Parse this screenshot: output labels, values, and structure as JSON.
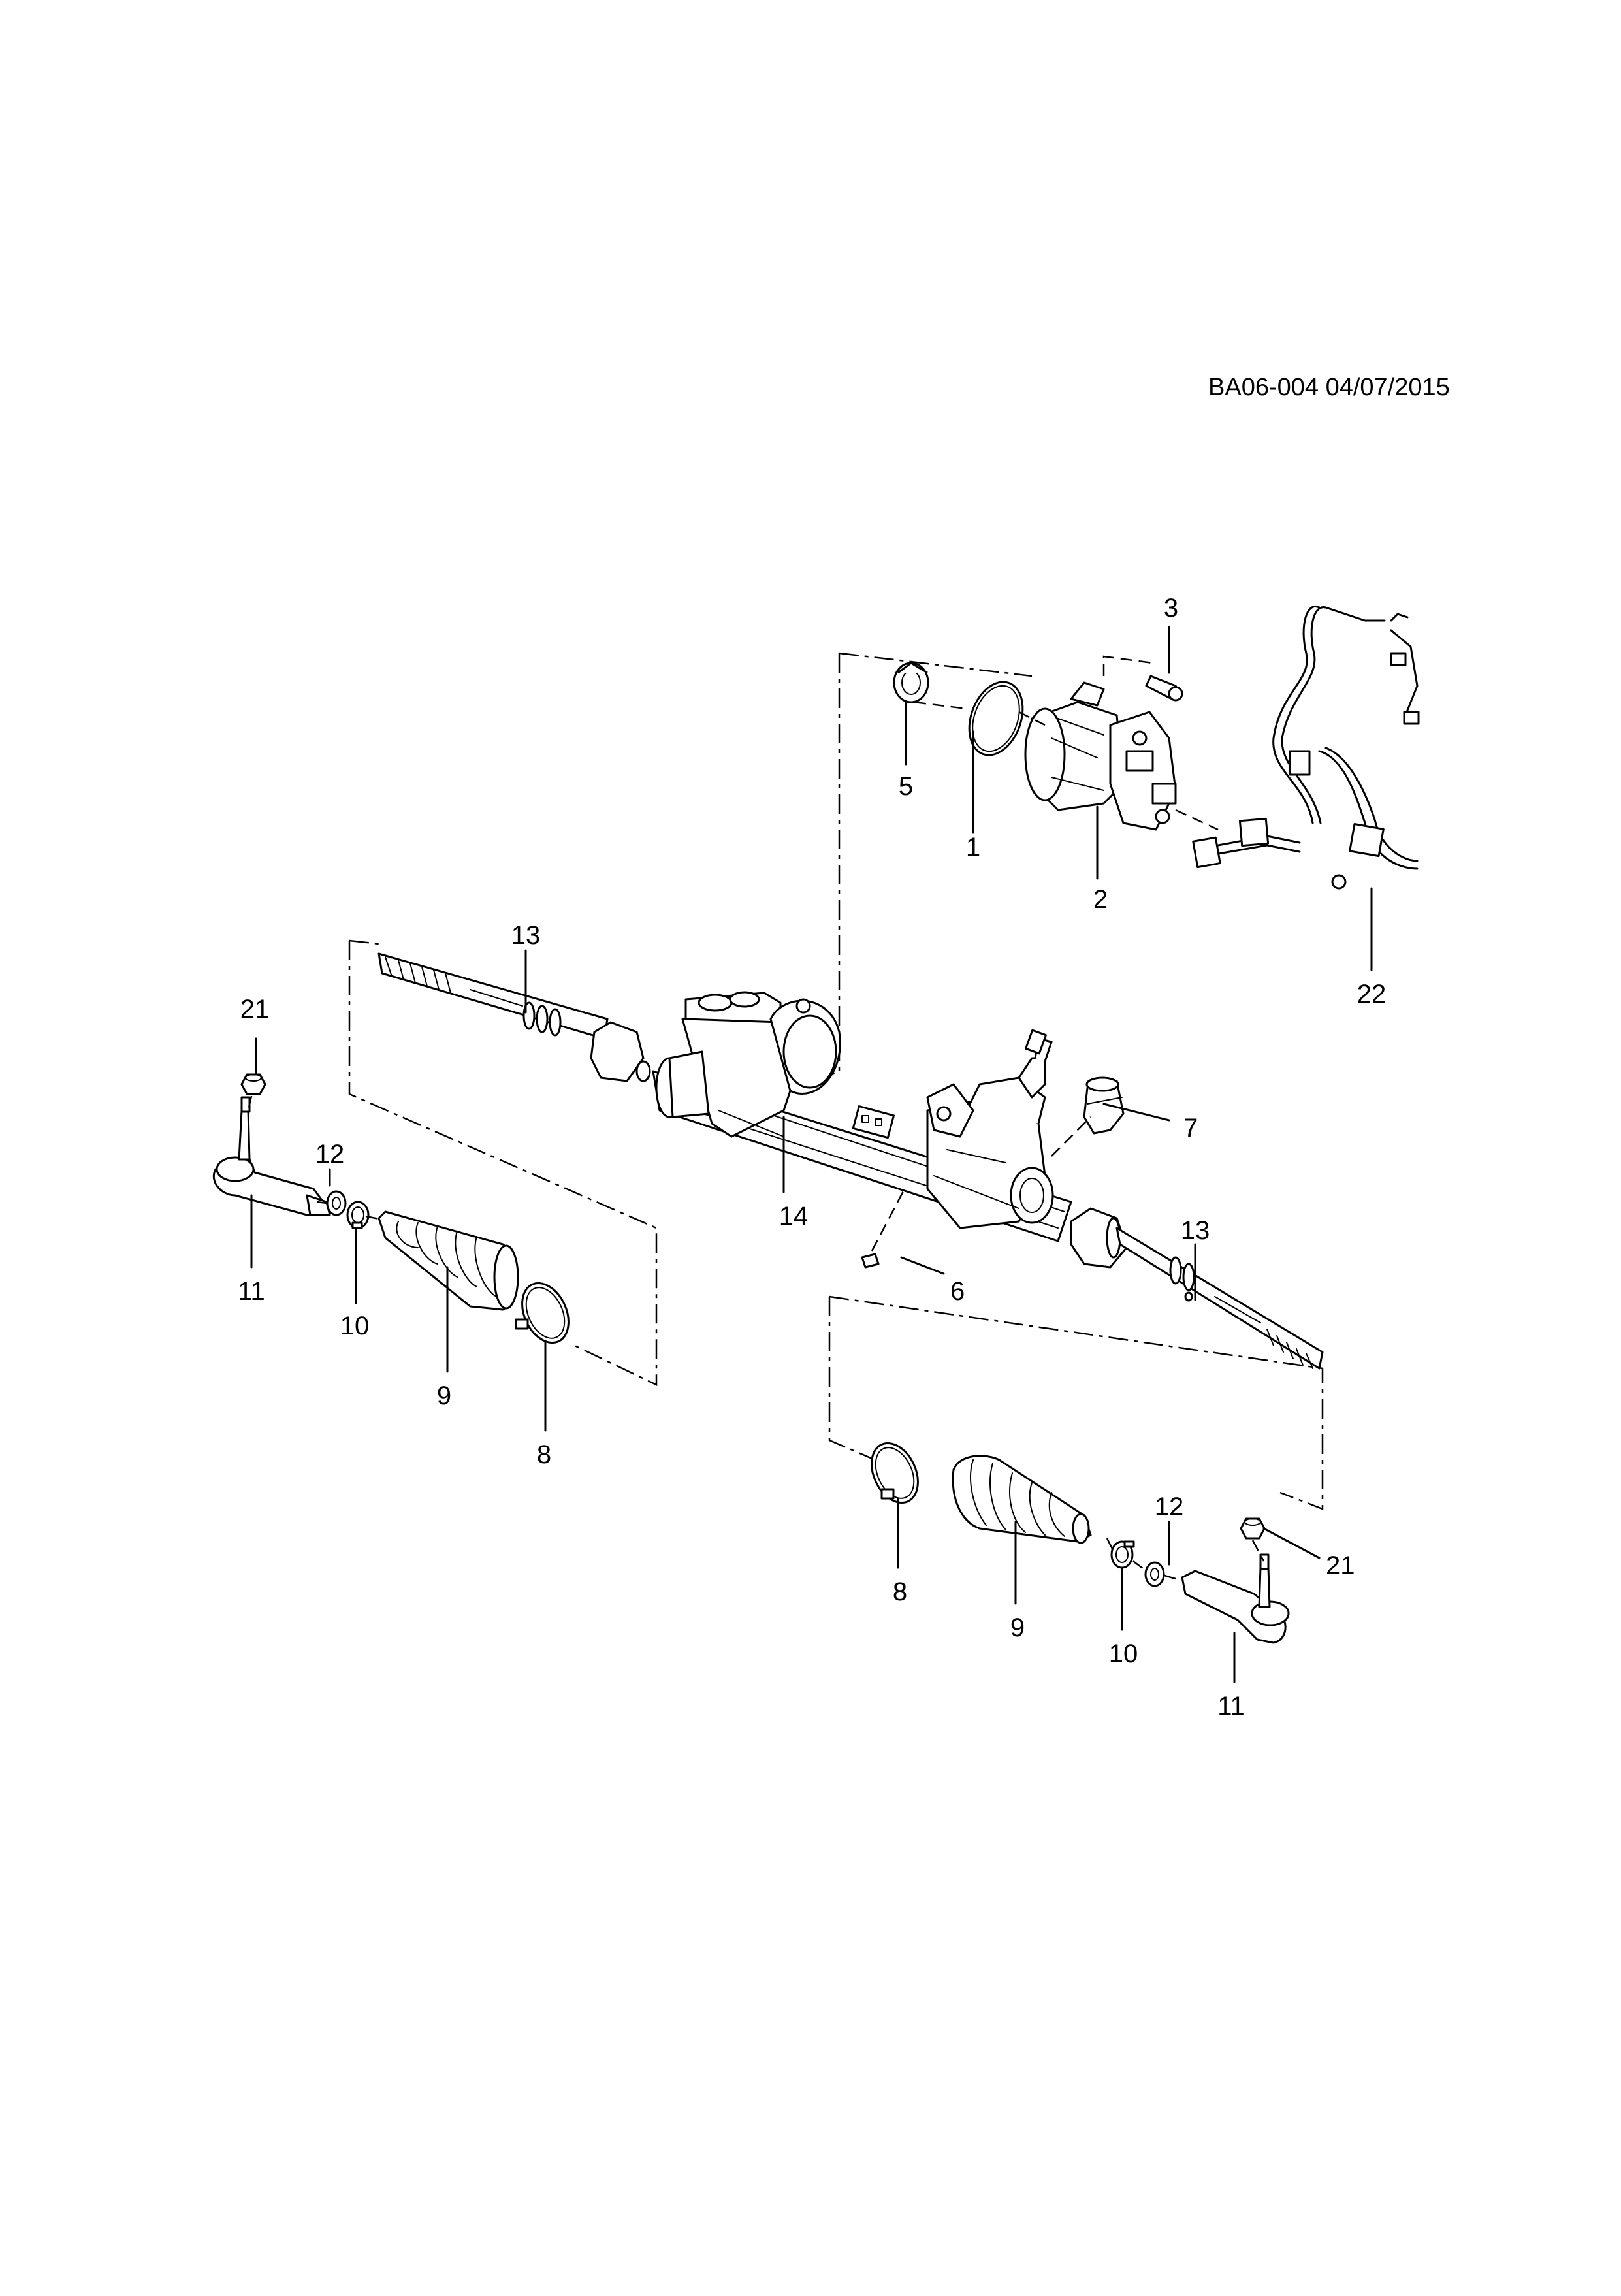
{
  "document": {
    "code": "BA06-004 04/07/2015"
  },
  "callouts": {
    "c1": "1",
    "c2": "2",
    "c3": "3",
    "c5": "5",
    "c6": "6",
    "c7": "7",
    "c8_left": "8",
    "c8_right": "8",
    "c9_left": "9",
    "c9_right": "9",
    "c10_left": "10",
    "c10_right": "10",
    "c11_left": "11",
    "c11_right": "11",
    "c12_left": "12",
    "c12_right": "12",
    "c13_left": "13",
    "c13_right": "13",
    "c14": "14",
    "c21_left": "21",
    "c21_right": "21",
    "c22": "22"
  }
}
